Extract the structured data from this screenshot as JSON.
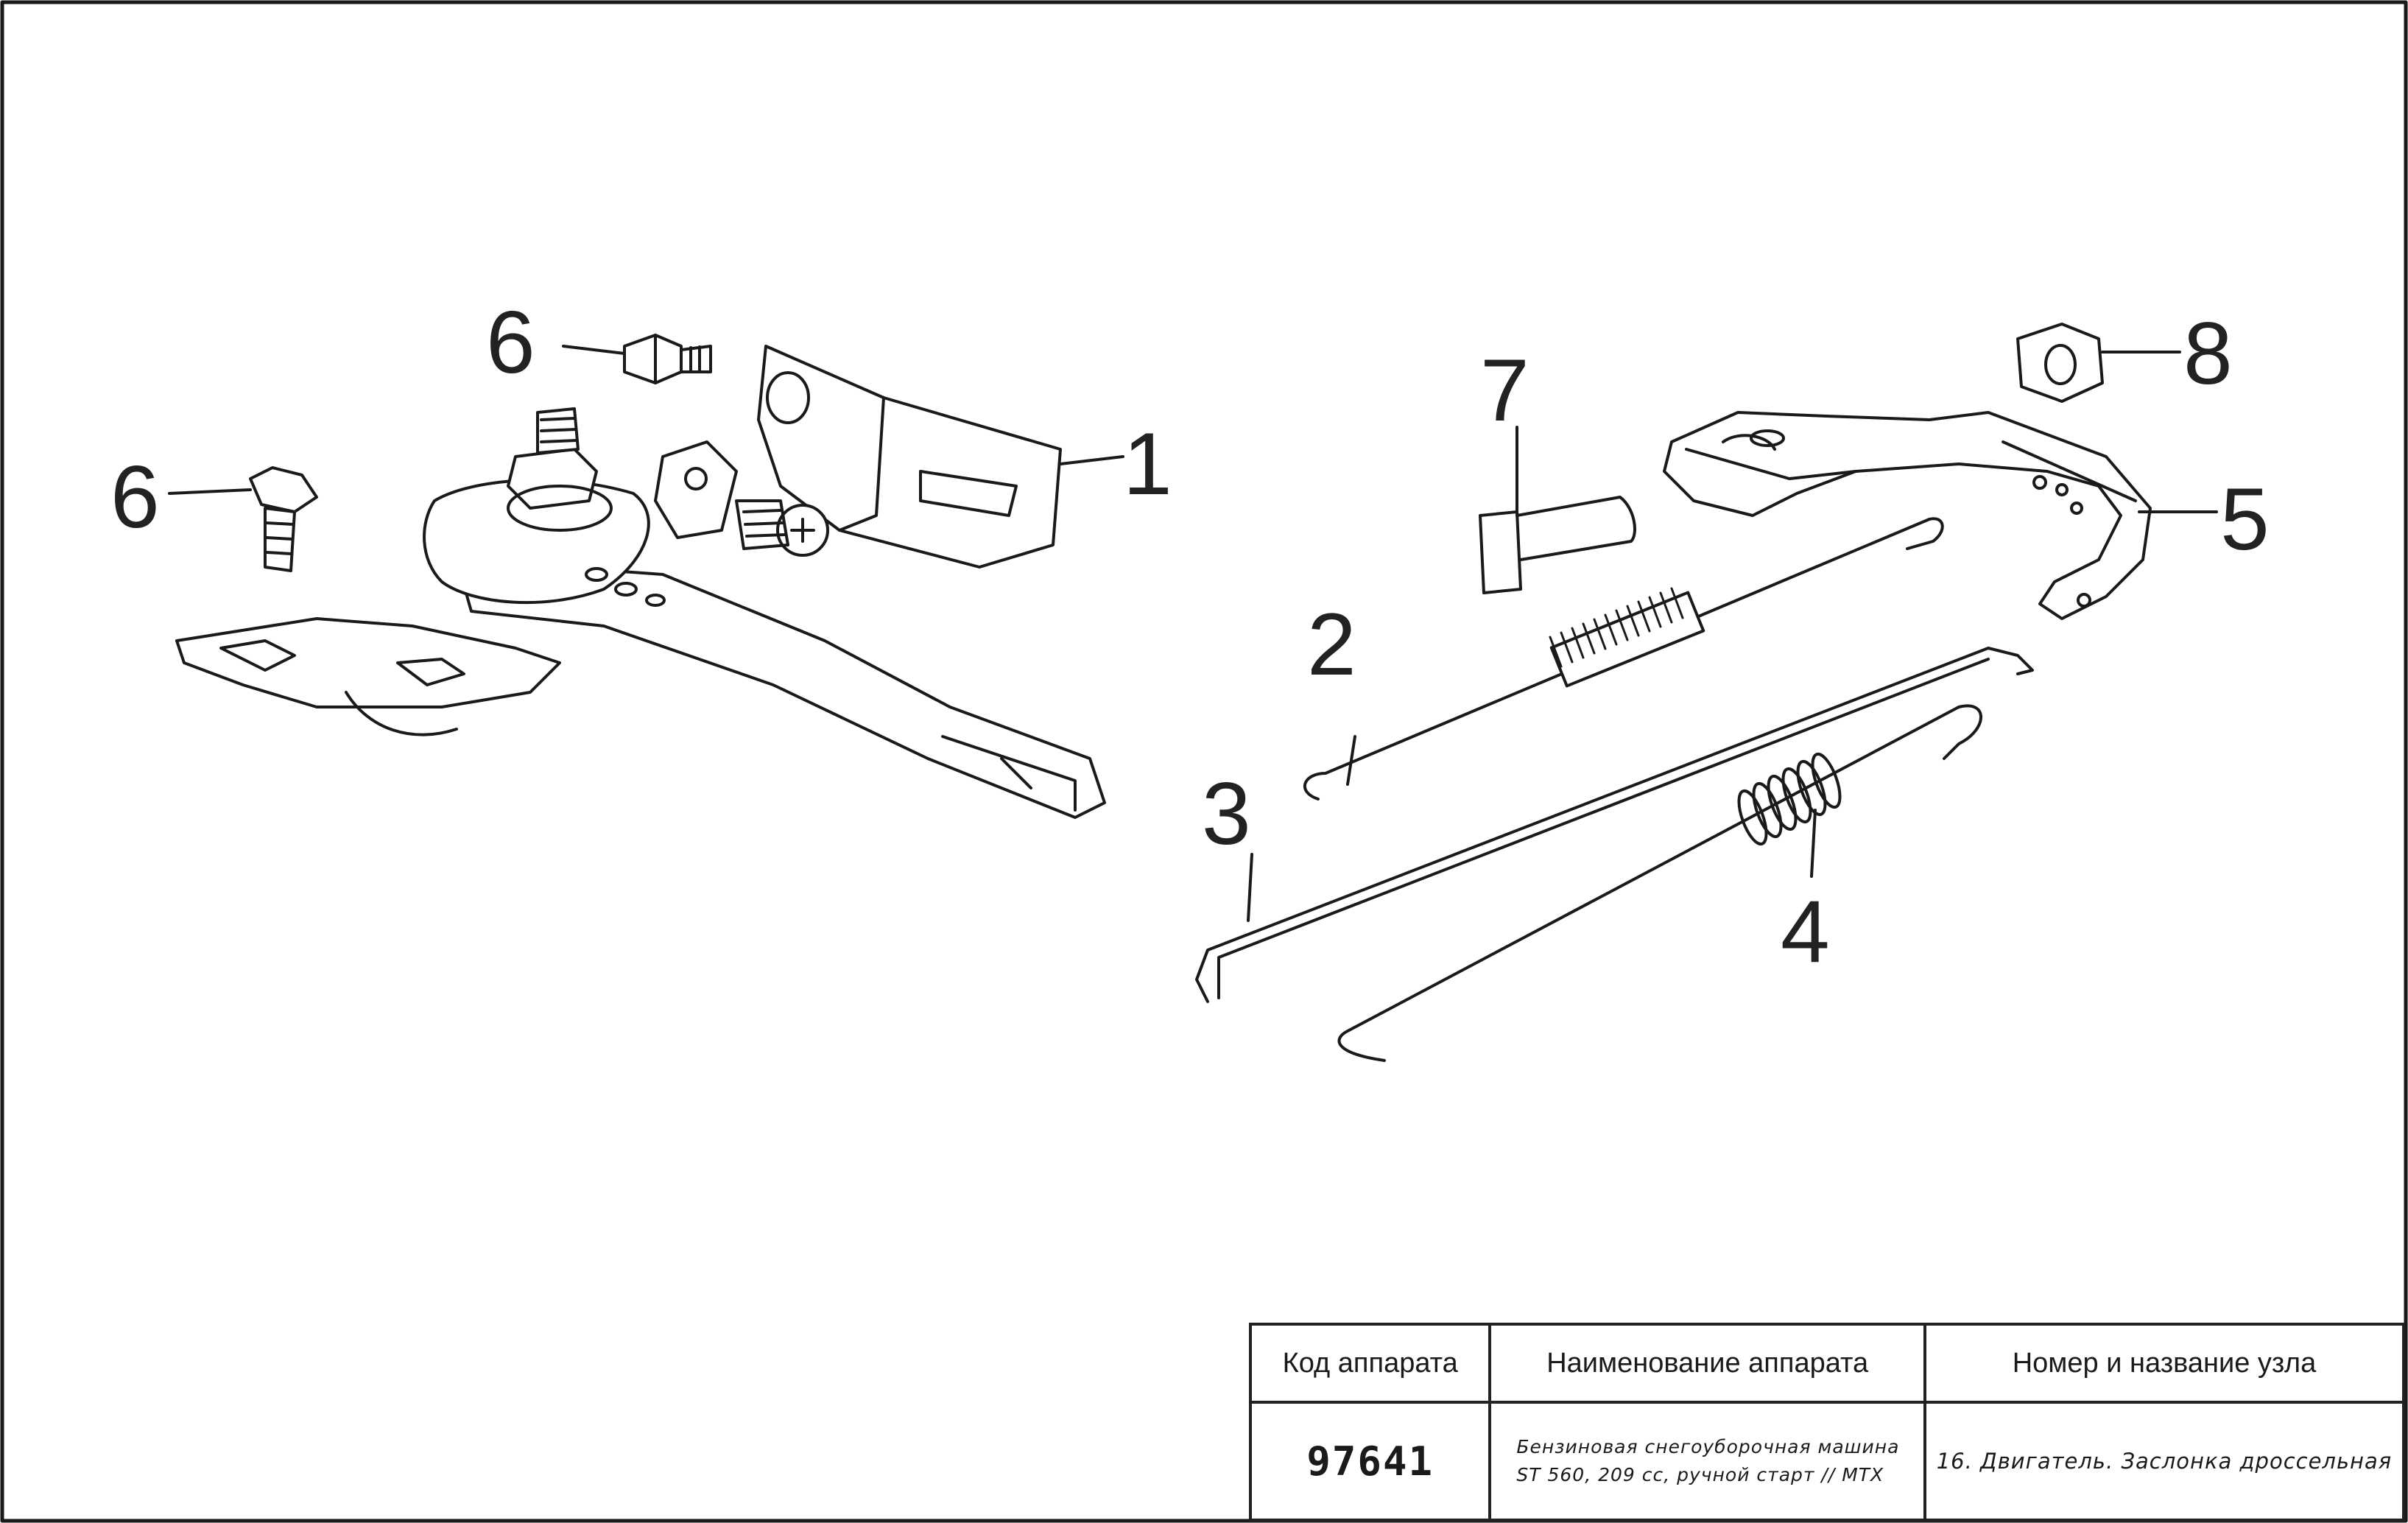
{
  "callouts": {
    "c1": "1",
    "c2": "2",
    "c3": "3",
    "c4": "4",
    "c5": "5",
    "c6a": "6",
    "c6b": "6",
    "c7": "7",
    "c8": "8"
  },
  "title_block": {
    "header_code": "Код аппарата",
    "header_name": "Наименование аппарата",
    "header_node": "Номер и название узла",
    "code": "97641",
    "name_line1": "Бензиновая снегоуборочная машина",
    "name_line2": "ST 560, 209 cc, ручной старт // MTX",
    "node": "16. Двигатель. Заслонка дроссельная"
  }
}
